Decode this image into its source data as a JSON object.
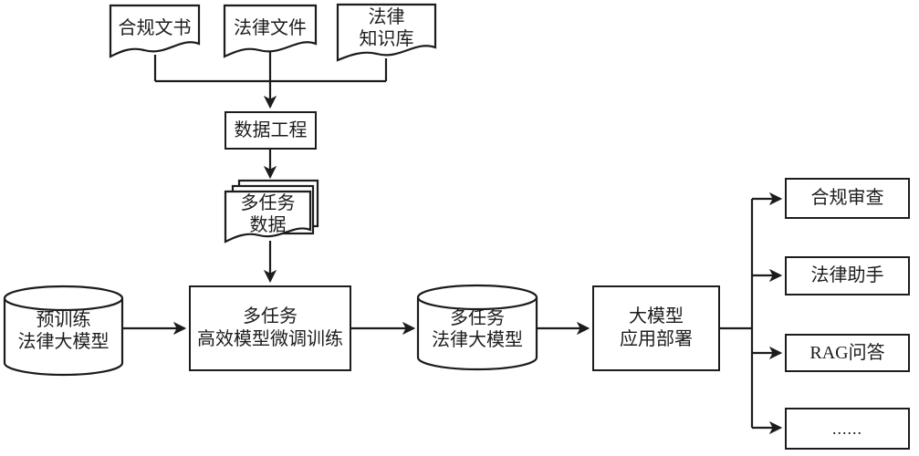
{
  "palette": {
    "ink": "#1c1c1c",
    "bg": "#ffffff"
  },
  "nodes": {
    "doc_compliance": {
      "label": "合规文书"
    },
    "doc_legal_files": {
      "label": "法律文件"
    },
    "doc_knowledge_base": {
      "label": "法律\n知识库"
    },
    "data_engineering": {
      "label": "数据工程"
    },
    "multitask_data": {
      "label": "多任务\n数据"
    },
    "pretrained_model": {
      "label": "预训练\n法律大模型"
    },
    "finetune_training": {
      "label": "多任务\n高效模型微调训练"
    },
    "multitask_model": {
      "label": "多任务\n法律大模型"
    },
    "deployment": {
      "label": "大模型\n应用部署"
    },
    "apps": [
      {
        "label": "合规审查"
      },
      {
        "label": "法律助手"
      },
      {
        "label": "RAG问答"
      },
      {
        "label": "......"
      }
    ]
  }
}
